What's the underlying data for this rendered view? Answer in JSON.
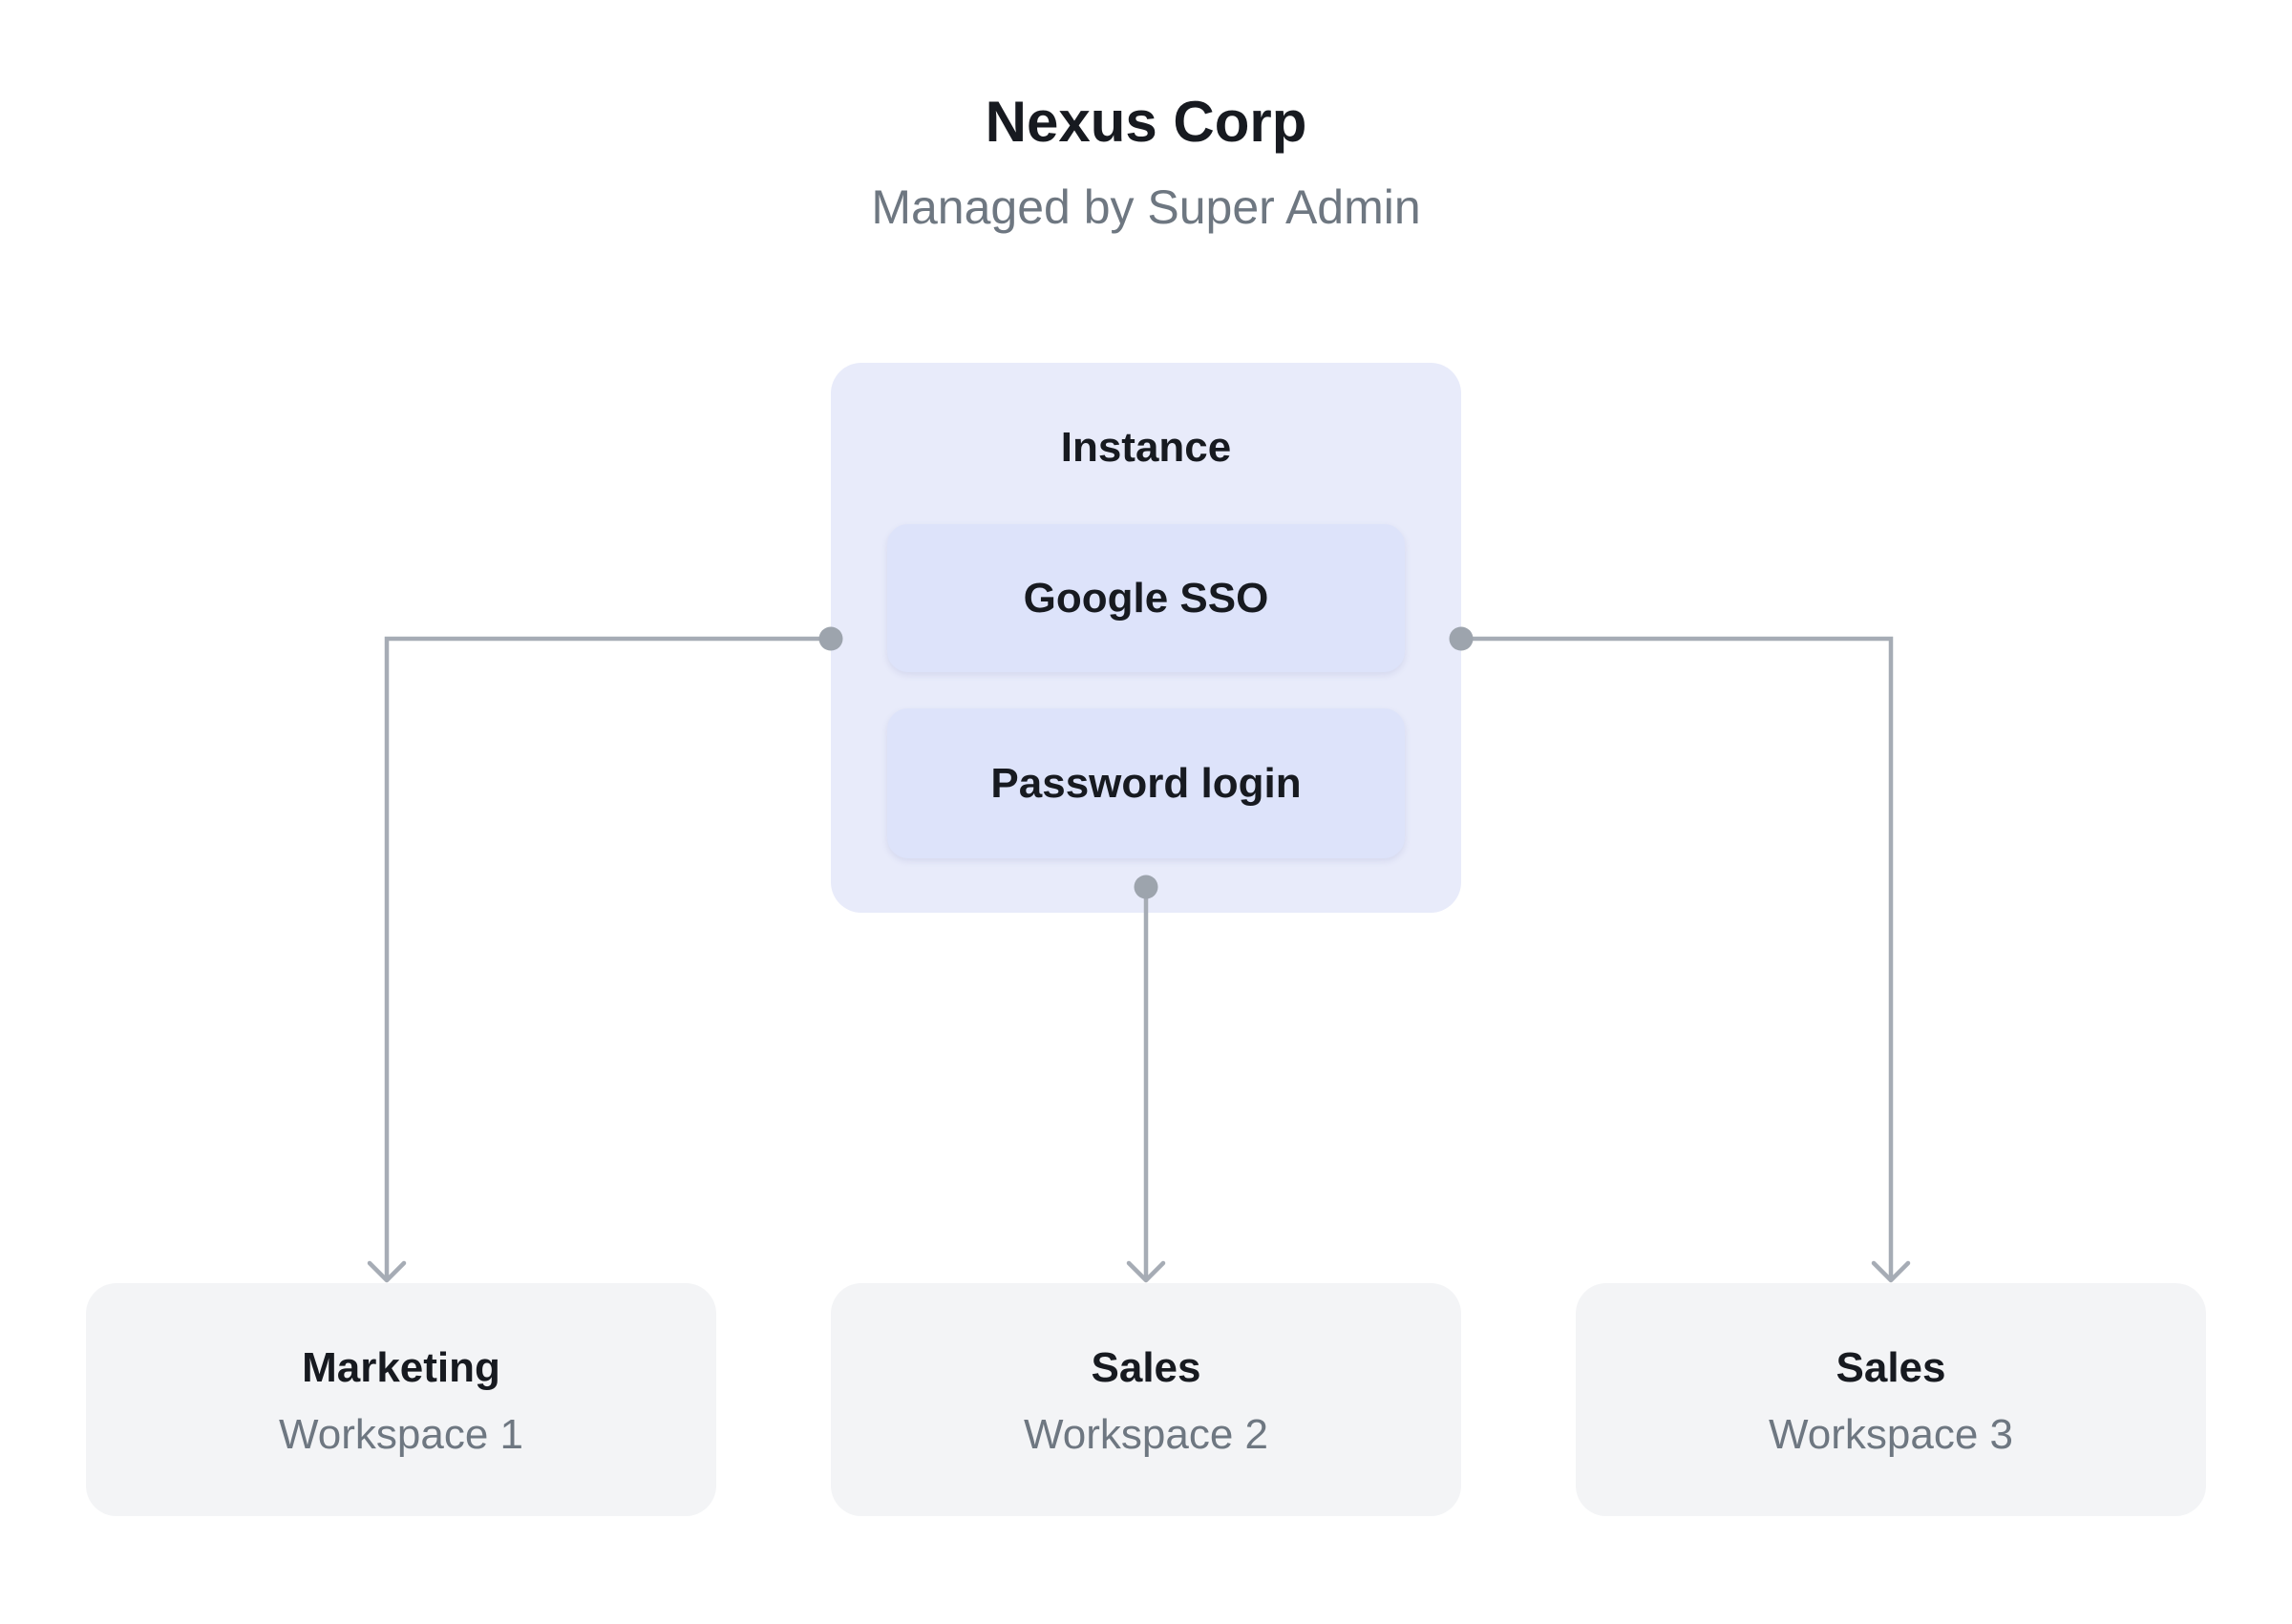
{
  "header": {
    "title": "Nexus Corp",
    "subtitle": "Managed by Super Admin"
  },
  "instance": {
    "label": "Instance",
    "auth_methods": [
      {
        "label": "Google SSO"
      },
      {
        "label": "Password login"
      }
    ]
  },
  "workspaces": [
    {
      "name": "Marketing",
      "label": "Workspace 1"
    },
    {
      "name": "Sales",
      "label": "Workspace 2"
    },
    {
      "name": "Sales",
      "label": "Workspace 3"
    }
  ],
  "colors": {
    "background": "#ffffff",
    "instance_fill": "#e8ebfa",
    "auth_fill": "#dde3fa",
    "workspace_fill": "#f3f4f6",
    "connector": "#a6acb5",
    "connector_dot": "#9da4ad",
    "text_primary": "#171a20",
    "text_muted": "#6e7781"
  }
}
